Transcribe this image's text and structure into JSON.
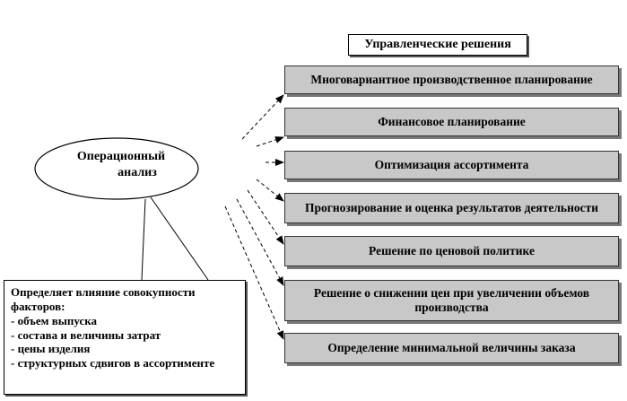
{
  "header": {
    "title": "Управленческие решения"
  },
  "center": {
    "line1": "Операционный",
    "line2": "анализ"
  },
  "decisions": [
    "Многовариантное производственное планирование",
    "Финансовое планирование",
    "Оптимизация ассортимента",
    "Прогнозирование и оценка результатов деятельности",
    "Решение по ценовой политике",
    "Решение о снижении цен при увеличении объемов производства",
    "Определение минимальной величины заказа"
  ],
  "factors": {
    "title": "Определяет влияние совокупности факторов:",
    "items": [
      "- объем выпуска",
      "- состава и величины затрат",
      "- цены изделия",
      "- структурных сдвигов в ассортименте"
    ]
  }
}
